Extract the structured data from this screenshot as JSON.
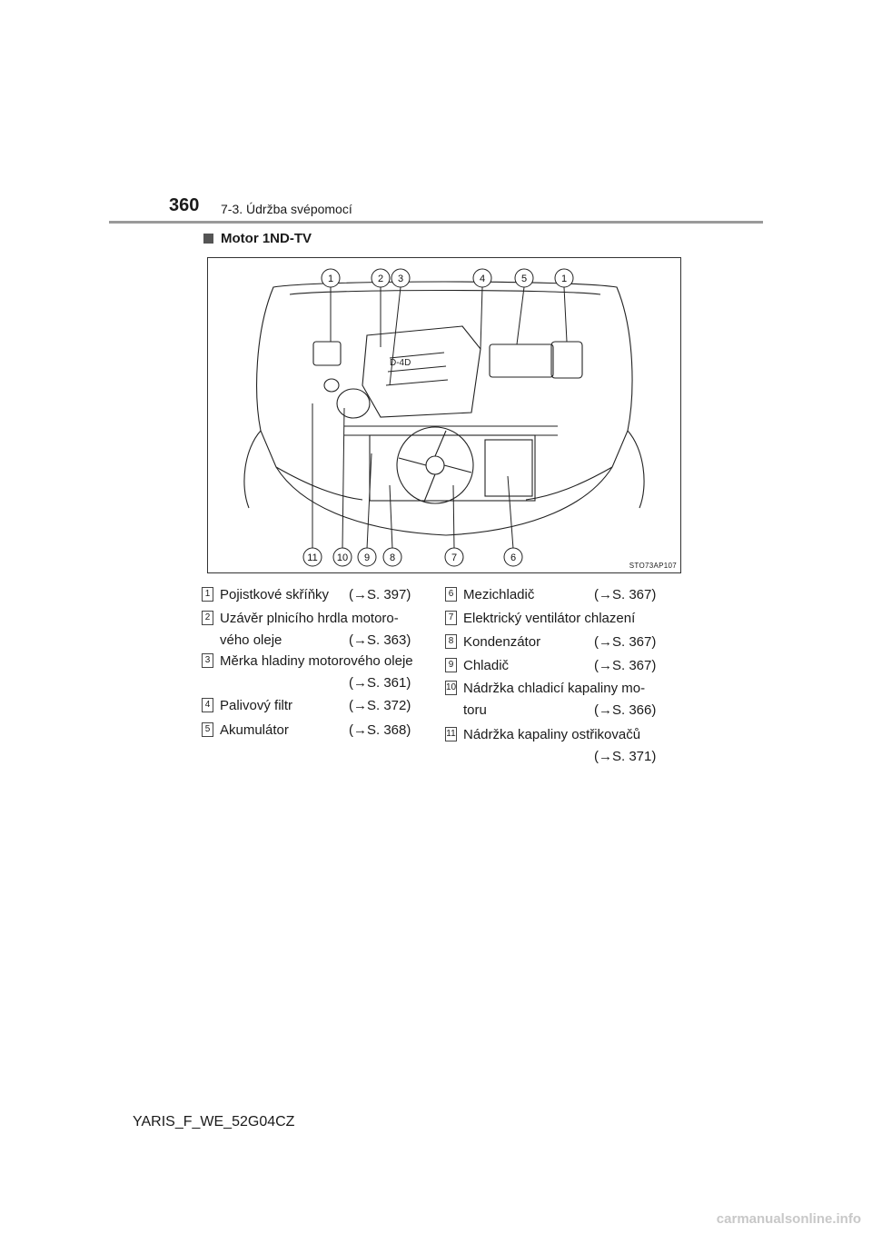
{
  "header": {
    "page_number": "360",
    "section": "7-3. Údržba svépomocí"
  },
  "subsection": "Motor 1ND-TV",
  "figure": {
    "code": "STO73AP107",
    "top_callouts": [
      "1",
      "2",
      "3",
      "4",
      "5",
      "1"
    ],
    "bottom_callouts": [
      "11",
      "10",
      "9",
      "8",
      "7",
      "6"
    ]
  },
  "legend_left": [
    {
      "num": "1",
      "label": "Pojistkové skříňky",
      "ref": "(→S. 397)"
    },
    {
      "num": "2",
      "label": "Uzávěr plnicího hrdla motoro-",
      "label2": "vého oleje",
      "ref": "(→S. 363)"
    },
    {
      "num": "3",
      "label": "Měrka hladiny motorového oleje",
      "ref": "(→S. 361)"
    },
    {
      "num": "4",
      "label": "Palivový filtr",
      "ref": "(→S. 372)"
    },
    {
      "num": "5",
      "label": "Akumulátor",
      "ref": "(→S. 368)"
    }
  ],
  "legend_right": [
    {
      "num": "6",
      "label": "Mezichladič",
      "ref": "(→S. 367)"
    },
    {
      "num": "7",
      "label": "Elektrický ventilátor chlazení"
    },
    {
      "num": "8",
      "label": "Kondenzátor",
      "ref": "(→S. 367)"
    },
    {
      "num": "9",
      "label": "Chladič",
      "ref": "(→S. 367)"
    },
    {
      "num": "10",
      "label": "Nádržka chladicí kapaliny mo-",
      "label2": "toru",
      "ref": "(→S. 366)"
    },
    {
      "num": "11",
      "label": "Nádržka kapaliny ostřikovačů",
      "ref": "(→S. 371)"
    }
  ],
  "footer": {
    "code": "YARIS_F_WE_52G04CZ"
  },
  "watermark": "carmanualsonline.info"
}
